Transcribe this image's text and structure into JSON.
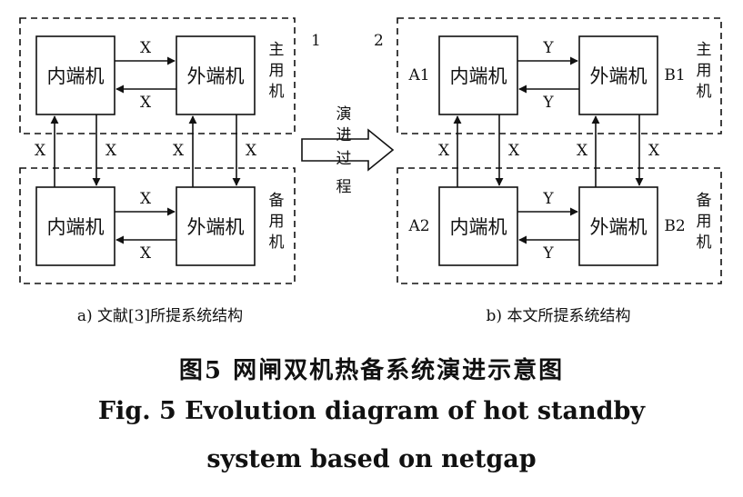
{
  "panel_a": {
    "number": "1",
    "caption": "a) 文献[3]所提系统结构",
    "group_main_label": [
      "主",
      "用",
      "机"
    ],
    "group_backup_label": [
      "备",
      "用",
      "机"
    ],
    "inner_machine": "内端机",
    "outer_machine": "外端机",
    "link_label": "X"
  },
  "panel_b": {
    "number": "2",
    "caption": "b) 本文所提系统结构",
    "group_main_label": [
      "主",
      "用",
      "机"
    ],
    "group_backup_label": [
      "备",
      "用",
      "机"
    ],
    "inner_machine": "内端机",
    "outer_machine": "外端机",
    "horizontal_link_label": "Y",
    "vertical_link_label": "X",
    "node_a1": "A1",
    "node_b1": "B1",
    "node_a2": "A2",
    "node_b2": "B2"
  },
  "evolution_arrow_label": [
    "演",
    "进",
    "过",
    "程"
  ],
  "caption": {
    "zh": "图5 网闸双机热备系统演进示意图",
    "en_line1": "Fig. 5  Evolution diagram of hot standby",
    "en_line2": "system based on netgap"
  },
  "colors": {
    "ink": "#111111",
    "background": "#ffffff"
  }
}
